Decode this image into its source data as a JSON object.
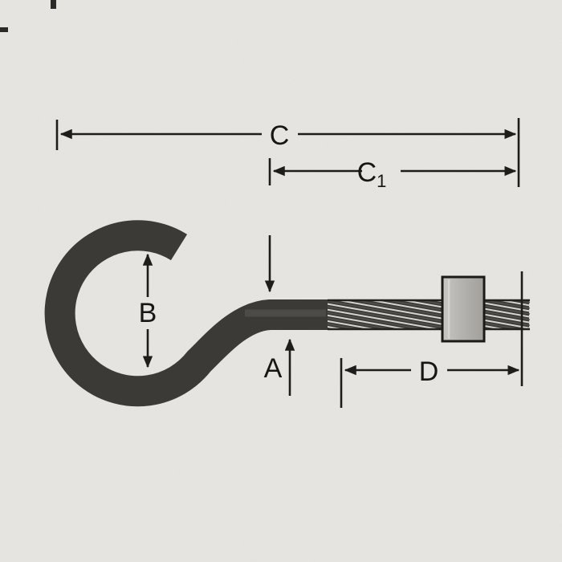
{
  "diagram": {
    "kind": "technical dimension drawing",
    "subject": "hook bolt with nut",
    "labels": {
      "c": "C",
      "c1_main": "C",
      "c1_sub": "1",
      "b": "B",
      "a": "A",
      "d": "D"
    },
    "colors": {
      "background": "#e8e7e3",
      "ink": "#1d1d1b",
      "metal": "#3b3a37",
      "thread_lines": "#d6d4cf",
      "nut_light": "#c9c7c3",
      "nut_mid": "#a29f9b"
    }
  }
}
